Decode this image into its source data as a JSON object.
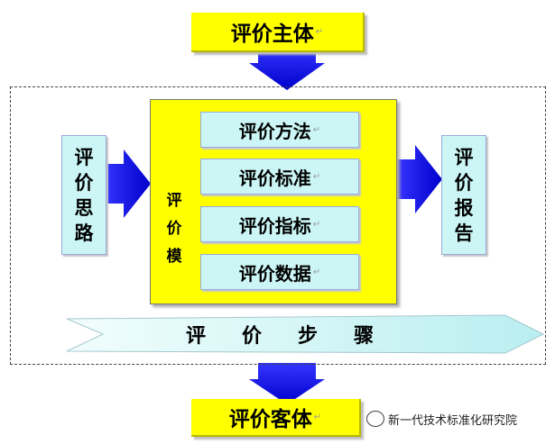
{
  "subject": "评价主体",
  "object": "评价客体",
  "approach": [
    "评",
    "价",
    "思",
    "路"
  ],
  "report": [
    "评",
    "价",
    "报",
    "告"
  ],
  "model_label": [
    "评",
    "价",
    "模"
  ],
  "model_items": [
    "评价方法",
    "评价标准",
    "评价指标",
    "评价数据"
  ],
  "steps": [
    "评",
    "价",
    "步",
    "骤"
  ],
  "watermark": "新一代技术标准化研究院",
  "colors": {
    "yellow": "#ffff00",
    "cyan": "#ccf6f6",
    "arrow_blue": "#1a1aff"
  }
}
